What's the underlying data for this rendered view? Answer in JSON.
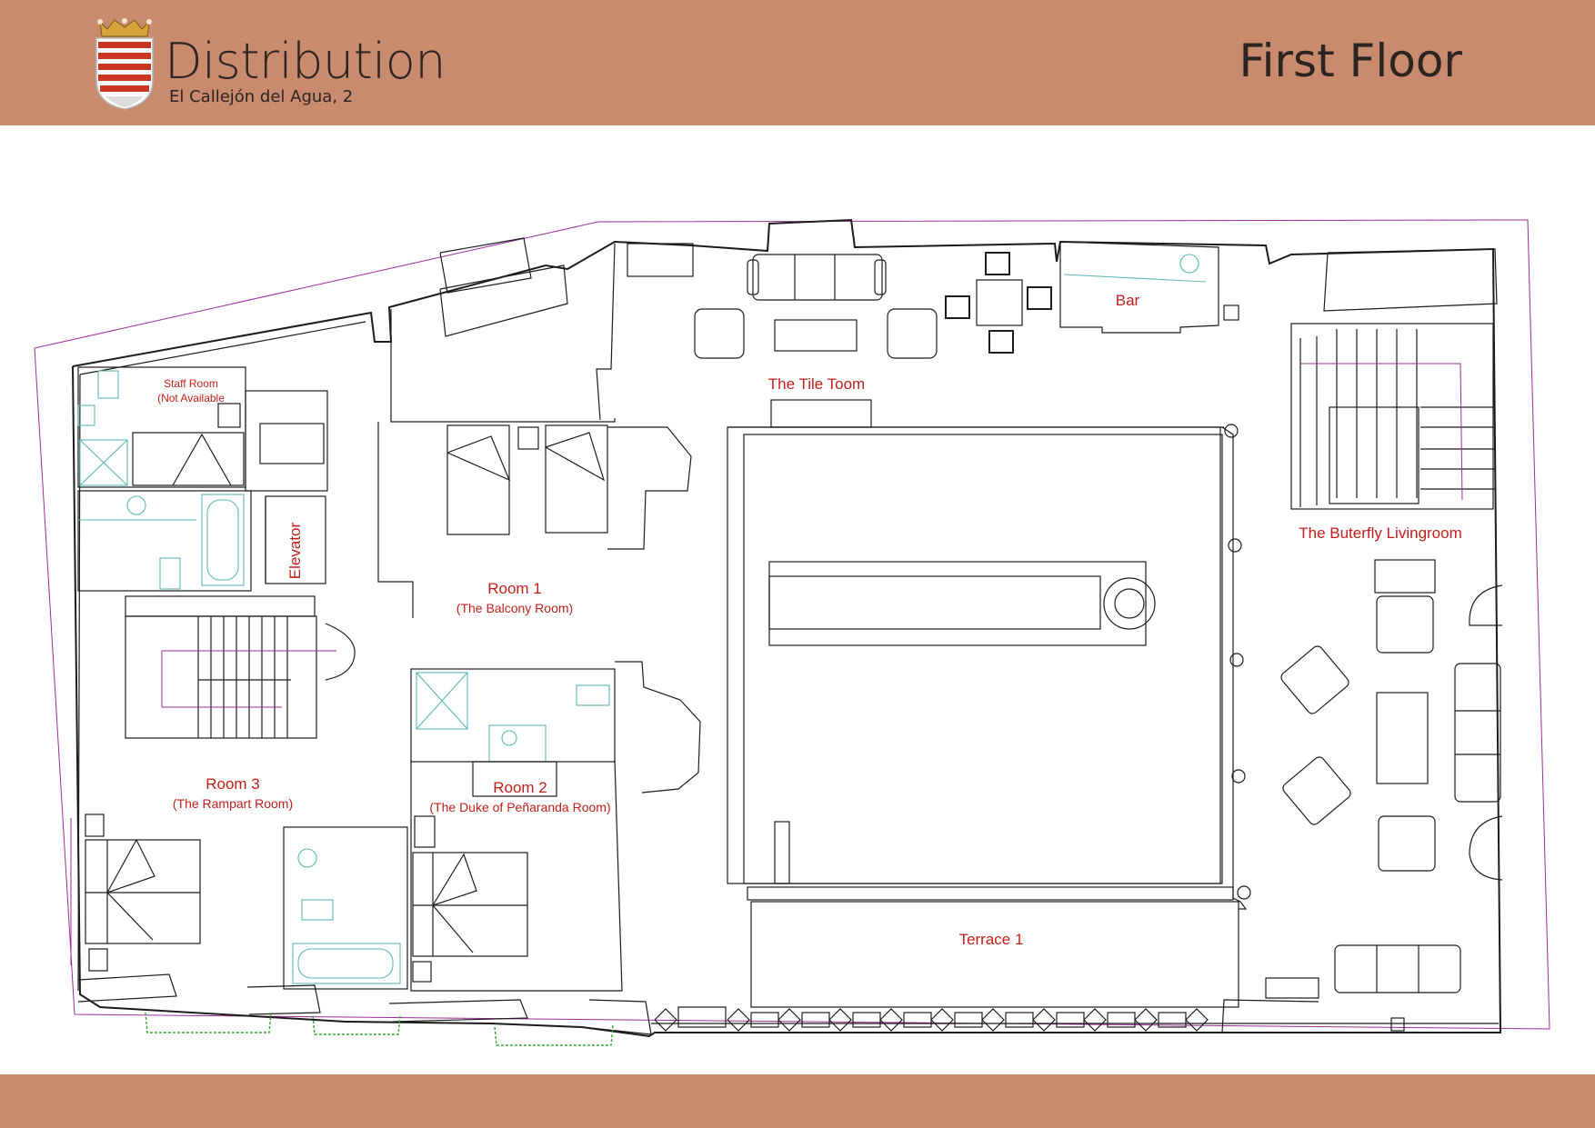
{
  "header": {
    "title": "Distribution",
    "subtitle": "El Callejón del Agua, 2",
    "floor": "First Floor",
    "bar_color": "#c98b6e"
  },
  "rooms": {
    "staff_room": "Staff Room",
    "staff_room_note": "(Not Available",
    "elevator": "Elevator",
    "room1": "Room 1",
    "room1_sub": "(The Balcony Room)",
    "room2": "Room 2",
    "room2_sub": "(The Duke of Peñaranda Room)",
    "room3": "Room 3",
    "room3_sub": "(The Rampart Room)",
    "tile_room": "The Tile Toom",
    "bar": "Bar",
    "butterfly_room": "The Buterfly Livingroom",
    "terrace": "Terrace 1"
  },
  "colors": {
    "label_red": "#c0201c",
    "fixture_teal": "#5fb7b7",
    "boundary_purple": "#a02a9a",
    "railing_green": "#2ea82e"
  }
}
